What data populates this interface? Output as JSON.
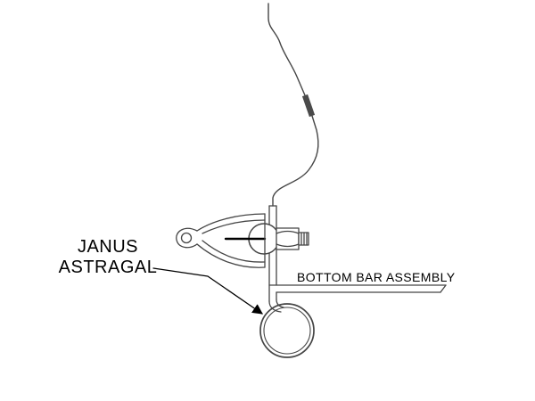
{
  "diagram": {
    "type": "technical-line-drawing",
    "labels": {
      "janus_line1": "JANUS",
      "janus_line2": "ASTRAGAL",
      "bottom_bar": "BOTTOM BAR ASSEMBLY"
    },
    "colors": {
      "background": "#ffffff",
      "line": "#454545",
      "crimp": "#4a4a4a",
      "text": "#000000"
    }
  }
}
